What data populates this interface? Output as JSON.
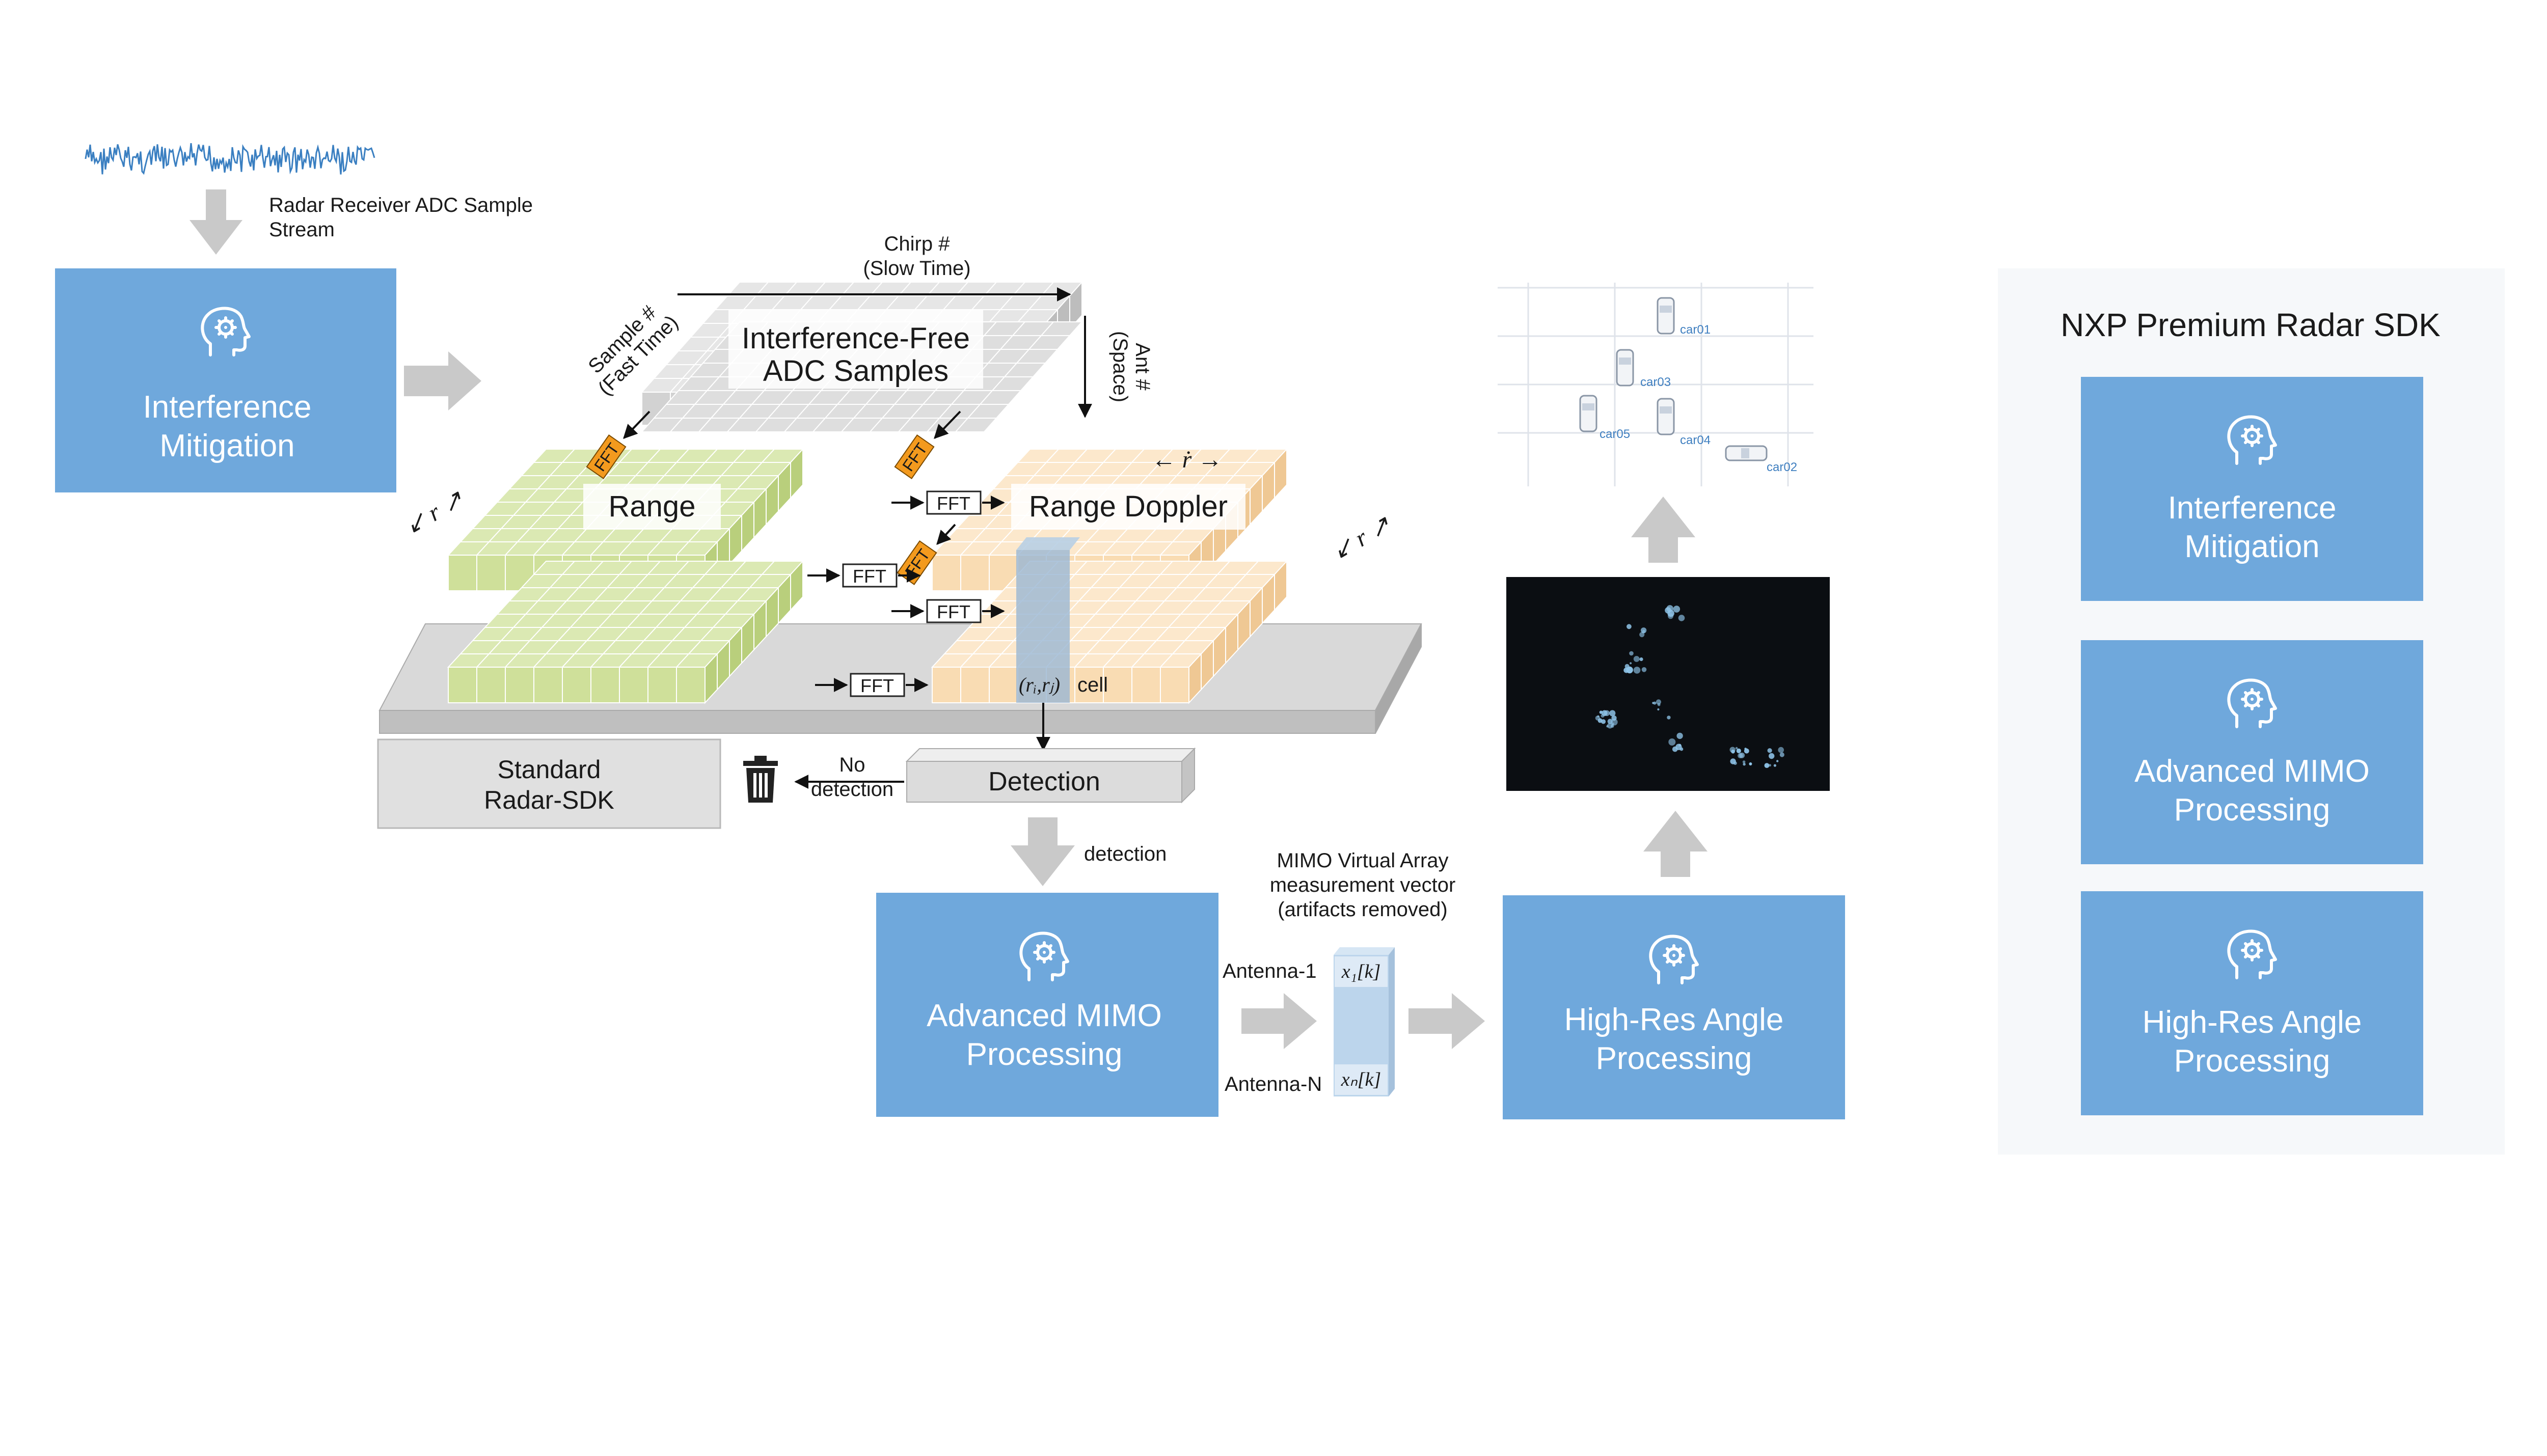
{
  "colors": {
    "blue_box": "#6fa8dc",
    "box_text": "#ffffff",
    "arrow_gray": "#c9c9c9",
    "green_cube": "#d6e5a8",
    "orange_cube": "#fce4c2",
    "gray_cube": "#dddddd",
    "fft_orange": "#f39a1e",
    "sdk_panel": "#f6f8fa"
  },
  "icons": [
    "brain-gear-icon",
    "trash-icon"
  ],
  "input": {
    "stream_label": "Radar Receiver ADC Sample Stream"
  },
  "boxes": {
    "interference": "Interference Mitigation",
    "mimo": "Advanced MIMO Processing",
    "angle": "High-Res Angle Processing",
    "standard_sdk": "Standard Radar-SDK",
    "detection": "Detection"
  },
  "cube": {
    "chirp_label": "Chirp #",
    "chirp_sub": "(Slow Time)",
    "sample_label": "Sample #",
    "sample_sub": "(Fast Time)",
    "ant_label": "Ant #",
    "ant_sub": "(Space)",
    "adc_label": "Interference-Free ADC Samples",
    "range_label": "Range",
    "doppler_label": "Range Doppler",
    "fft": "FFT",
    "r_dot": "← ṙ →",
    "r_left": "↙ r ↗",
    "cell_label": "cell",
    "cell_math": "(rᵢ,rⱼ)"
  },
  "flow": {
    "no_detection": "No detection",
    "detection": "detection",
    "mimo_vector": "MIMO Virtual Array measurement vector (artifacts removed)",
    "antenna_1": "Antenna-1",
    "antenna_n": "Antenna-N",
    "x1": "x₁[k]",
    "xn": "xₙ[k]"
  },
  "scene": {
    "cars": [
      "car01",
      "car03",
      "car05",
      "car04",
      "car02"
    ]
  },
  "sdk_panel": {
    "title": "NXP Premium Radar SDK",
    "items": [
      "Interference Mitigation",
      "Advanced MIMO Processing",
      "High-Res Angle Processing"
    ]
  }
}
